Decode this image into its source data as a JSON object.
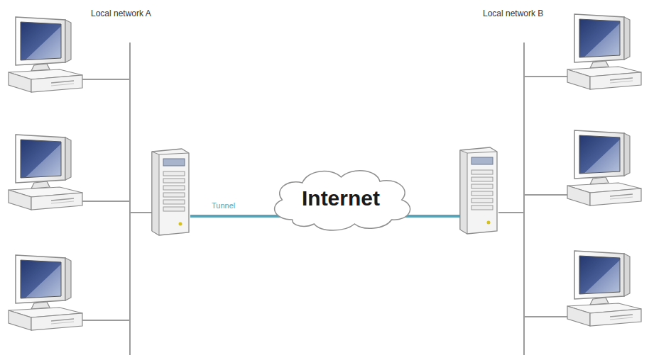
{
  "diagram": {
    "nodes": [
      {
        "text": [
          "Internet"
        ]
      }
    ],
    "edges": [],
    "labels": [
      "Local network A",
      "Local network B",
      "Tunnel"
    ]
  }
}
